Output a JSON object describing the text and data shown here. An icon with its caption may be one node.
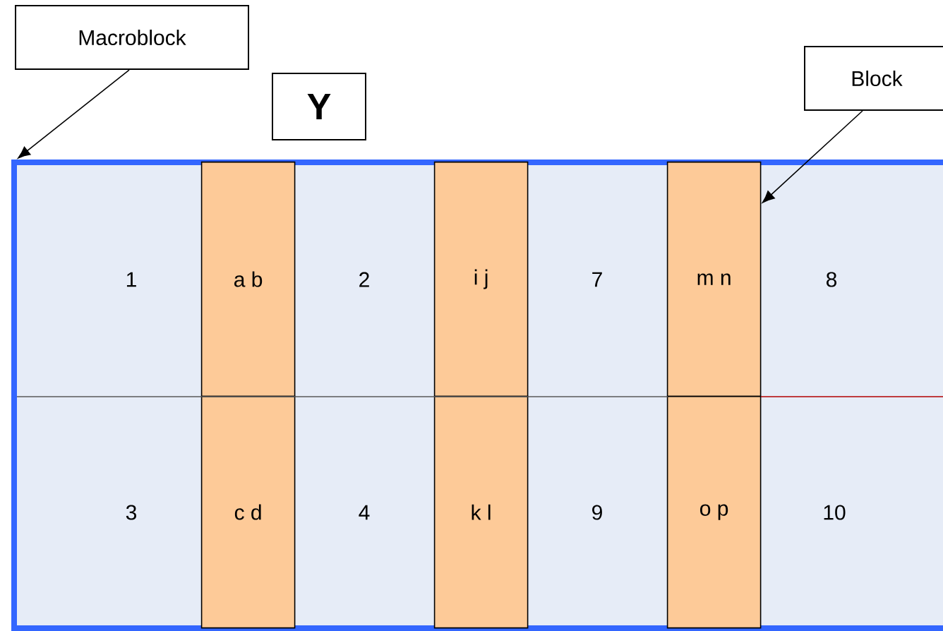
{
  "diagram": {
    "nodes": [
      {
        "text": [
          "Macroblock"
        ]
      },
      {
        "text": [
          "Y"
        ]
      },
      {
        "text": [
          "Block"
        ]
      },
      {
        "text": [],
        "shape": "box"
      },
      {
        "text": [
          "a b"
        ],
        "in": 3
      },
      {
        "text": [
          "i  j"
        ],
        "in": 3
      },
      {
        "text": [
          "m n"
        ],
        "in": 3
      },
      {
        "text": [
          "c d"
        ],
        "in": 3
      },
      {
        "text": [
          "k  l"
        ],
        "in": 3
      },
      {
        "text": [
          "o p"
        ],
        "in": 3
      }
    ],
    "edges": [
      {
        "from": 0,
        "to": 3,
        "arrow": "to"
      },
      {
        "from": 2,
        "to": 6,
        "arrow": "to"
      }
    ],
    "labels": [
      "1",
      "2",
      "7",
      "8",
      "3",
      "4",
      "9",
      "10"
    ]
  }
}
